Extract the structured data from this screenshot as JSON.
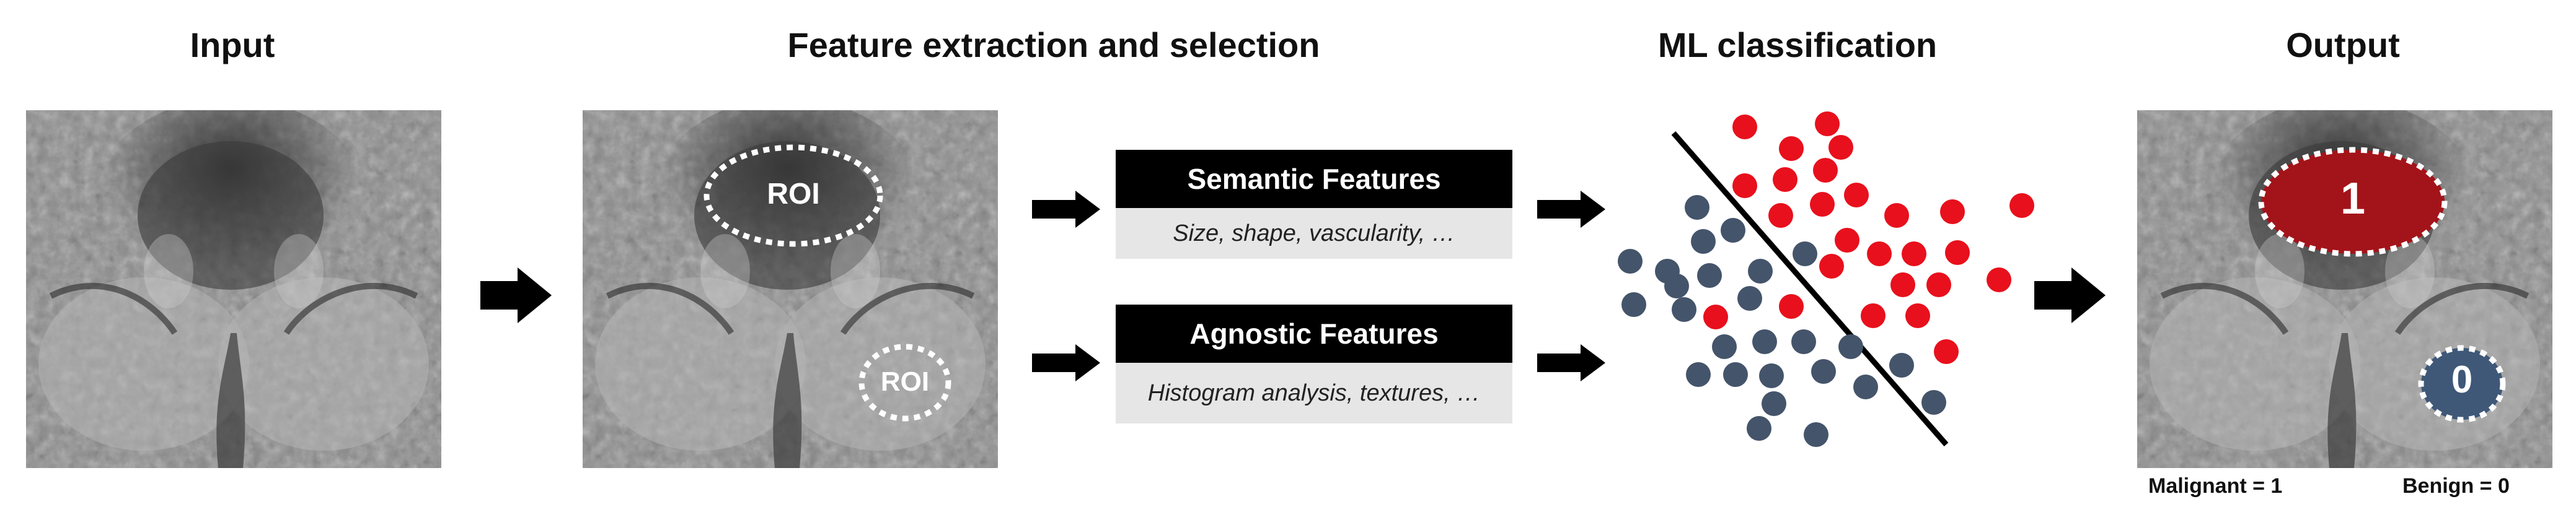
{
  "stages": {
    "input": "Input",
    "features": "Feature extraction and selection",
    "classification": "ML classification",
    "output": "Output"
  },
  "roi_labels": [
    "ROI",
    "ROI"
  ],
  "feature_boxes": [
    {
      "title": "Semantic Features",
      "examples": "Size, shape, vascularity, …"
    },
    {
      "title": "Agnostic Features",
      "examples": "Histogram analysis, textures, …"
    }
  ],
  "output_labels": {
    "malignant_value": "1",
    "benign_value": "0"
  },
  "legend": {
    "malignant": "Malignant = 1",
    "benign": "Benign = 0"
  },
  "colors": {
    "malignant": "#e8101c",
    "benign": "#44546a",
    "lesion_malignant": "#a3141a",
    "lesion_benign": "#3f5878"
  }
}
